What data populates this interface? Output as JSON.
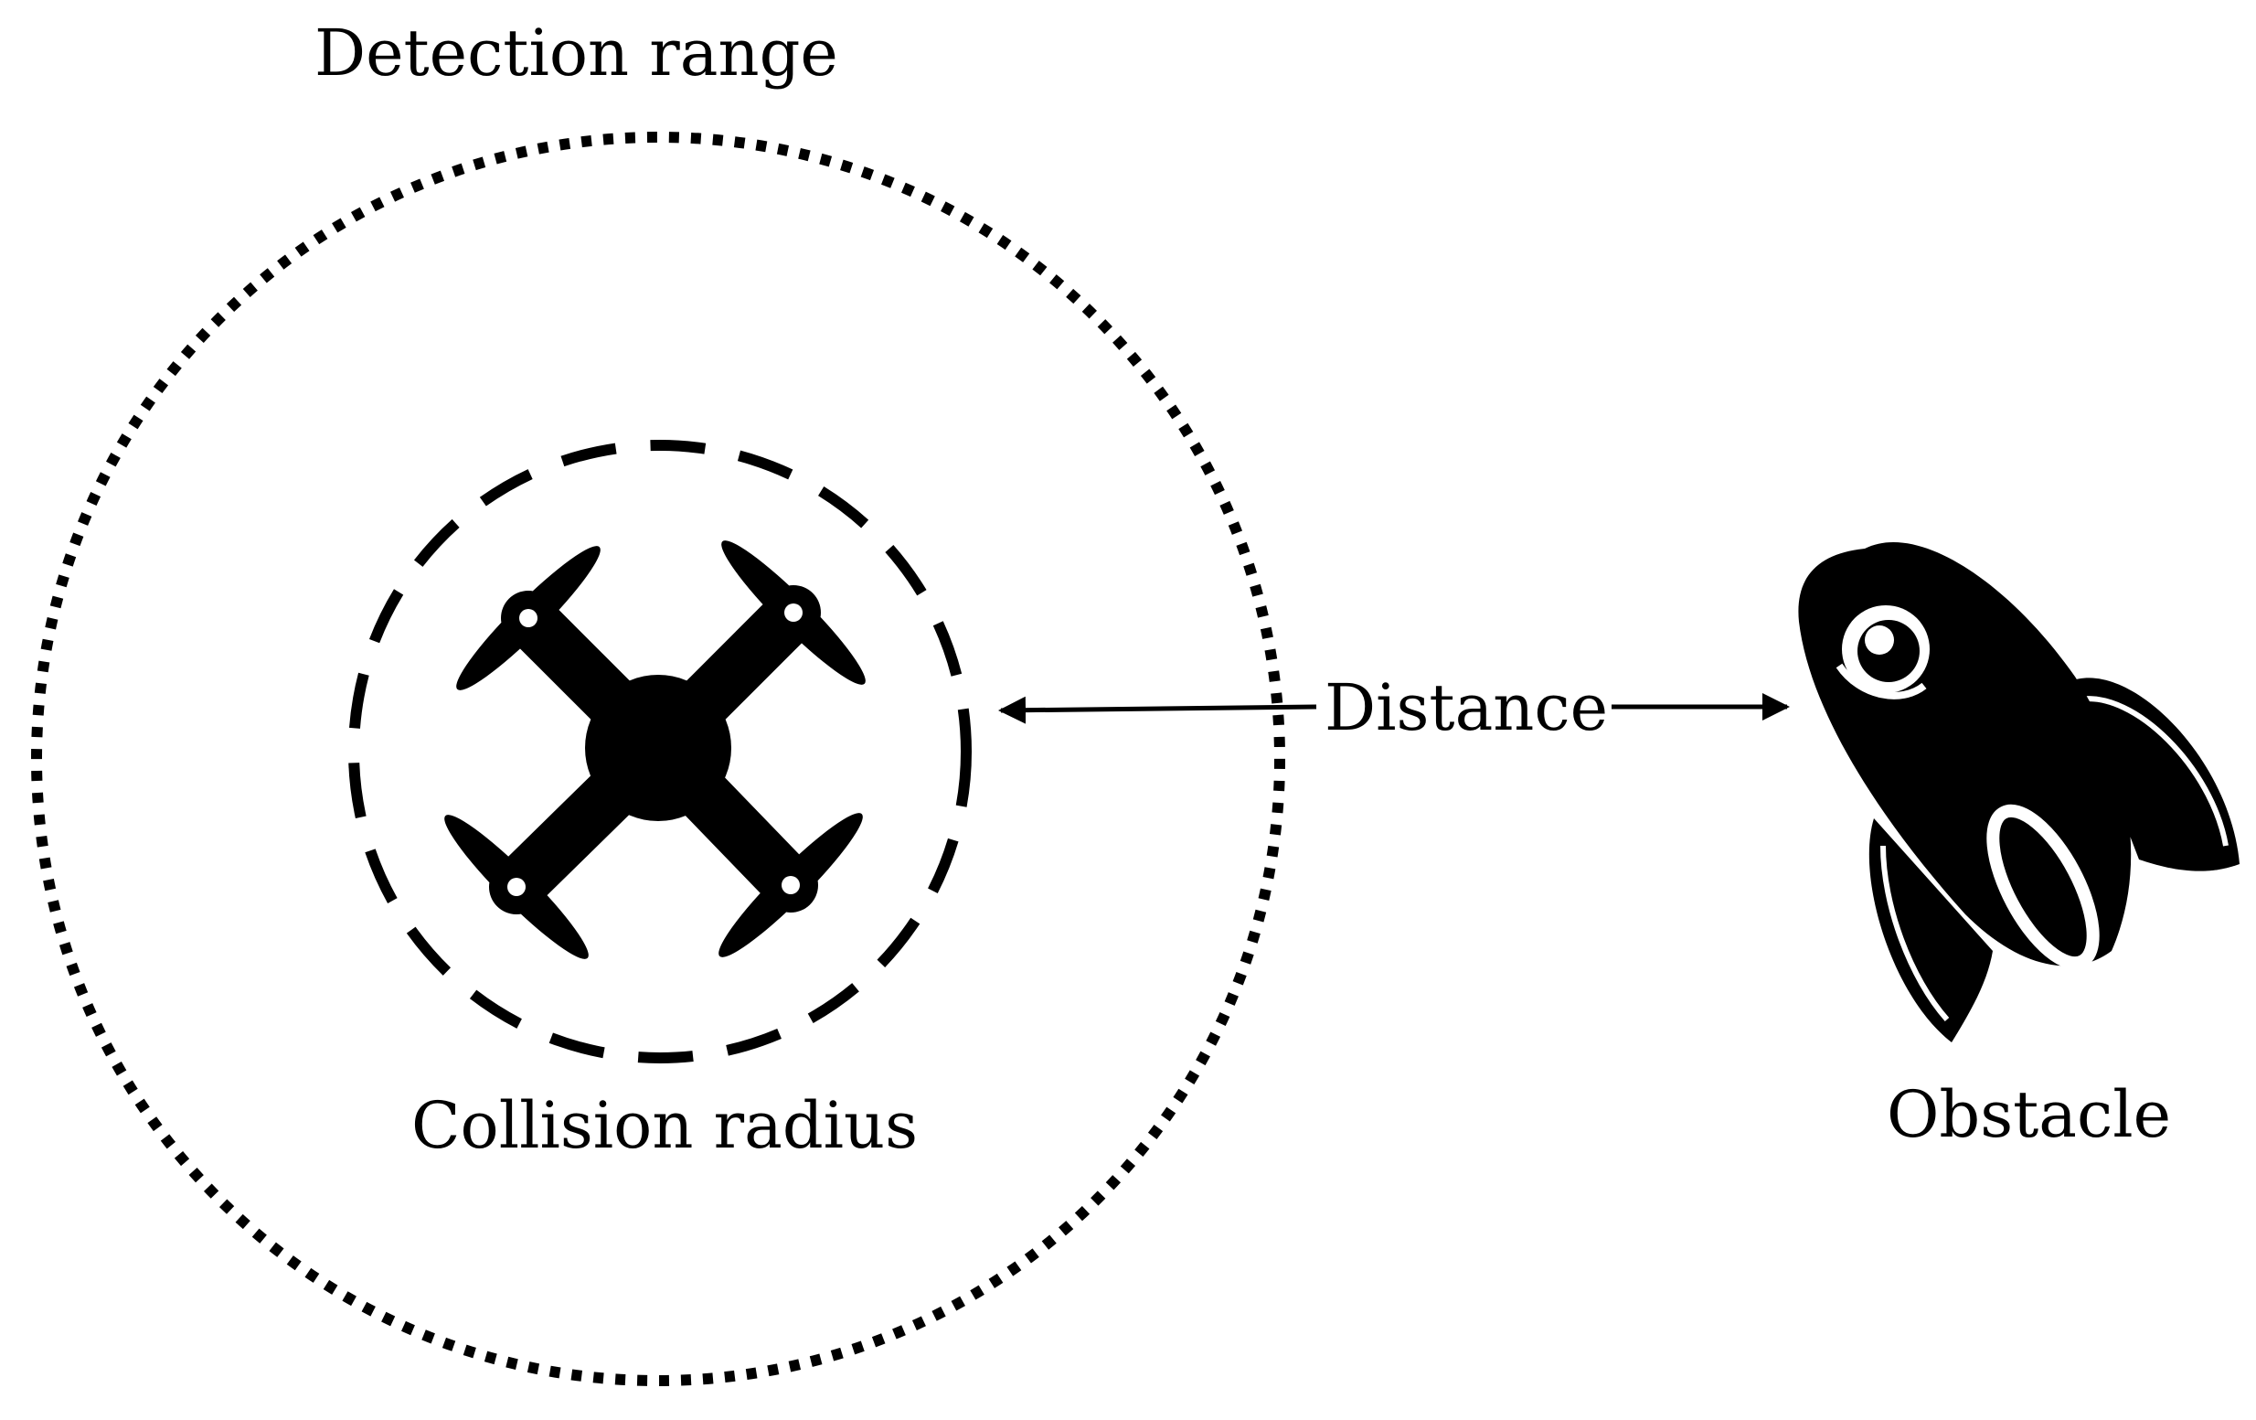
{
  "labels": {
    "detection_range": "Detection range",
    "collision_radius": "Collision radius",
    "distance": "Distance",
    "obstacle": "Obstacle"
  },
  "icons": {
    "agent": "quadcopter-drone-icon",
    "obstacle": "rocket-icon"
  },
  "colors": {
    "ink": "#000000",
    "background": "#ffffff"
  }
}
